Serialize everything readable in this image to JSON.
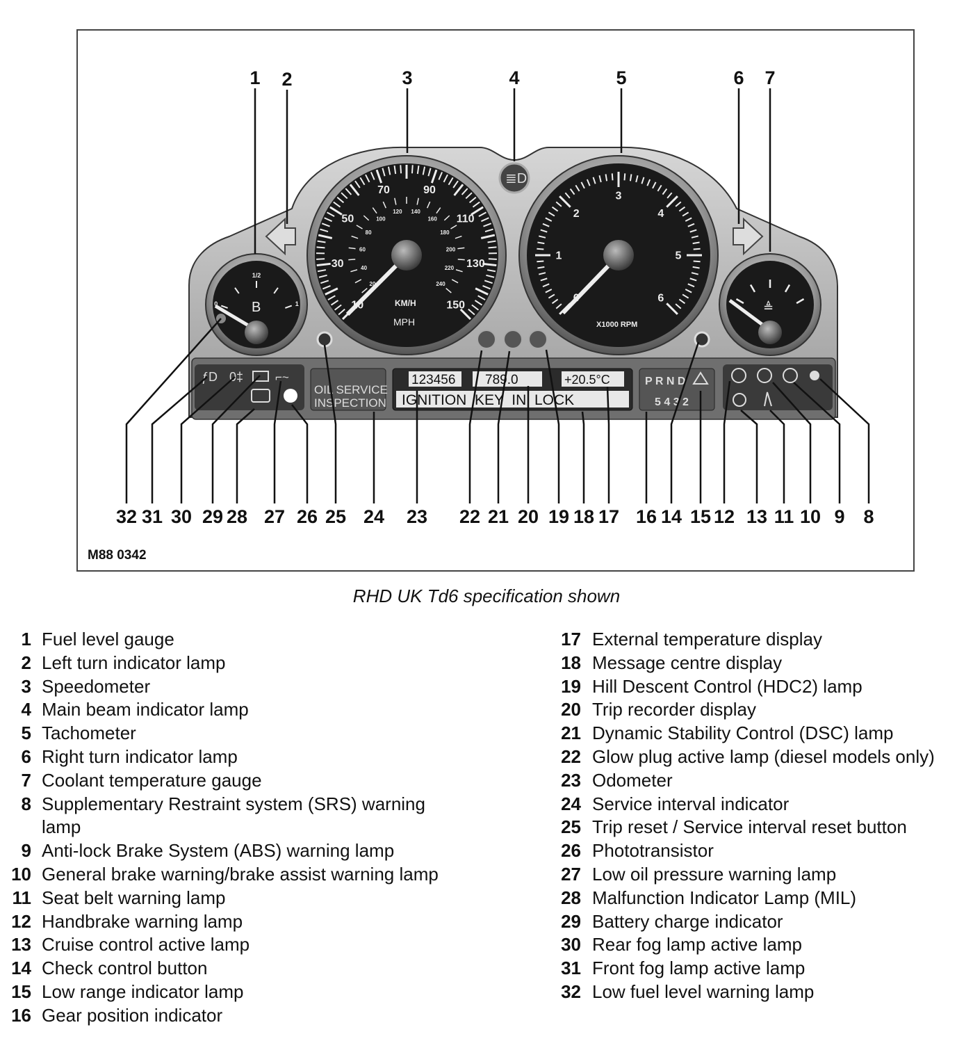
{
  "figure_id": "M88 0342",
  "caption": "RHD UK Td6 specification shown",
  "callout_numbers": [
    "1",
    "2",
    "3",
    "4",
    "5",
    "6",
    "7",
    "32",
    "31",
    "30",
    "29",
    "28",
    "27",
    "26",
    "25",
    "24",
    "23",
    "22",
    "21",
    "20",
    "19",
    "18",
    "17",
    "16",
    "14",
    "15",
    "12",
    "13",
    "11",
    "10",
    "9",
    "8"
  ],
  "cluster": {
    "speedo_mph_labels": [
      "10",
      "30",
      "50",
      "70",
      "90",
      "110",
      "130",
      "150"
    ],
    "speedo_kmh_labels": [
      "20",
      "40",
      "60",
      "80",
      "100",
      "120",
      "140",
      "160",
      "180",
      "200",
      "220",
      "240"
    ],
    "speedo_units_kmh": "KM/H",
    "speedo_units_mph": "MPH",
    "tacho_labels": [
      "0",
      "1",
      "2",
      "3",
      "4",
      "5",
      "6"
    ],
    "tacho_units": "X1000 RPM",
    "fuel_labels": [
      "0",
      "1/2",
      "1"
    ],
    "service_line1": "OIL SERVICE",
    "service_line2": "INSPECTION",
    "odometer": "123456",
    "trip": "789.0",
    "temperature": "+20.5°C",
    "message": "IGNITION  KEY  IN  LOCK",
    "gear_top": "P R N D",
    "gear_bottom": "5 4 3 2"
  },
  "legend_left": [
    {
      "num": "1",
      "text": "Fuel level gauge"
    },
    {
      "num": "2",
      "text": "Left turn indicator lamp"
    },
    {
      "num": "3",
      "text": "Speedometer"
    },
    {
      "num": "4",
      "text": "Main beam indicator lamp"
    },
    {
      "num": "5",
      "text": "Tachometer"
    },
    {
      "num": "6",
      "text": "Right turn indicator lamp"
    },
    {
      "num": "7",
      "text": "Coolant temperature gauge"
    },
    {
      "num": "8",
      "text": "Supplementary Restraint system (SRS) warning lamp"
    },
    {
      "num": "9",
      "text": "Anti-lock Brake System (ABS) warning lamp"
    },
    {
      "num": "10",
      "text": "General brake warning/brake assist warning lamp"
    },
    {
      "num": "11",
      "text": "Seat belt warning lamp"
    },
    {
      "num": "12",
      "text": "Handbrake warning lamp"
    },
    {
      "num": "13",
      "text": "Cruise control active lamp"
    },
    {
      "num": "14",
      "text": "Check control button"
    },
    {
      "num": "15",
      "text": "Low range indicator lamp"
    },
    {
      "num": "16",
      "text": "Gear position indicator"
    }
  ],
  "legend_right": [
    {
      "num": "17",
      "text": "External temperature display"
    },
    {
      "num": "18",
      "text": "Message centre display"
    },
    {
      "num": "19",
      "text": "Hill Descent Control (HDC2) lamp"
    },
    {
      "num": "20",
      "text": "Trip recorder display"
    },
    {
      "num": "21",
      "text": "Dynamic Stability Control (DSC) lamp"
    },
    {
      "num": "22",
      "text": "Glow plug active lamp (diesel models only)"
    },
    {
      "num": "23",
      "text": "Odometer"
    },
    {
      "num": "24",
      "text": "Service interval indicator"
    },
    {
      "num": "25",
      "text": "Trip reset / Service interval reset button"
    },
    {
      "num": "26",
      "text": "Phototransistor"
    },
    {
      "num": "27",
      "text": "Low oil pressure warning lamp"
    },
    {
      "num": "28",
      "text": "Malfunction Indicator Lamp (MIL)"
    },
    {
      "num": "29",
      "text": "Battery charge indicator"
    },
    {
      "num": "30",
      "text": "Rear fog lamp active lamp"
    },
    {
      "num": "31",
      "text": "Front fog lamp active lamp"
    },
    {
      "num": "32",
      "text": "Low fuel level warning lamp"
    }
  ]
}
